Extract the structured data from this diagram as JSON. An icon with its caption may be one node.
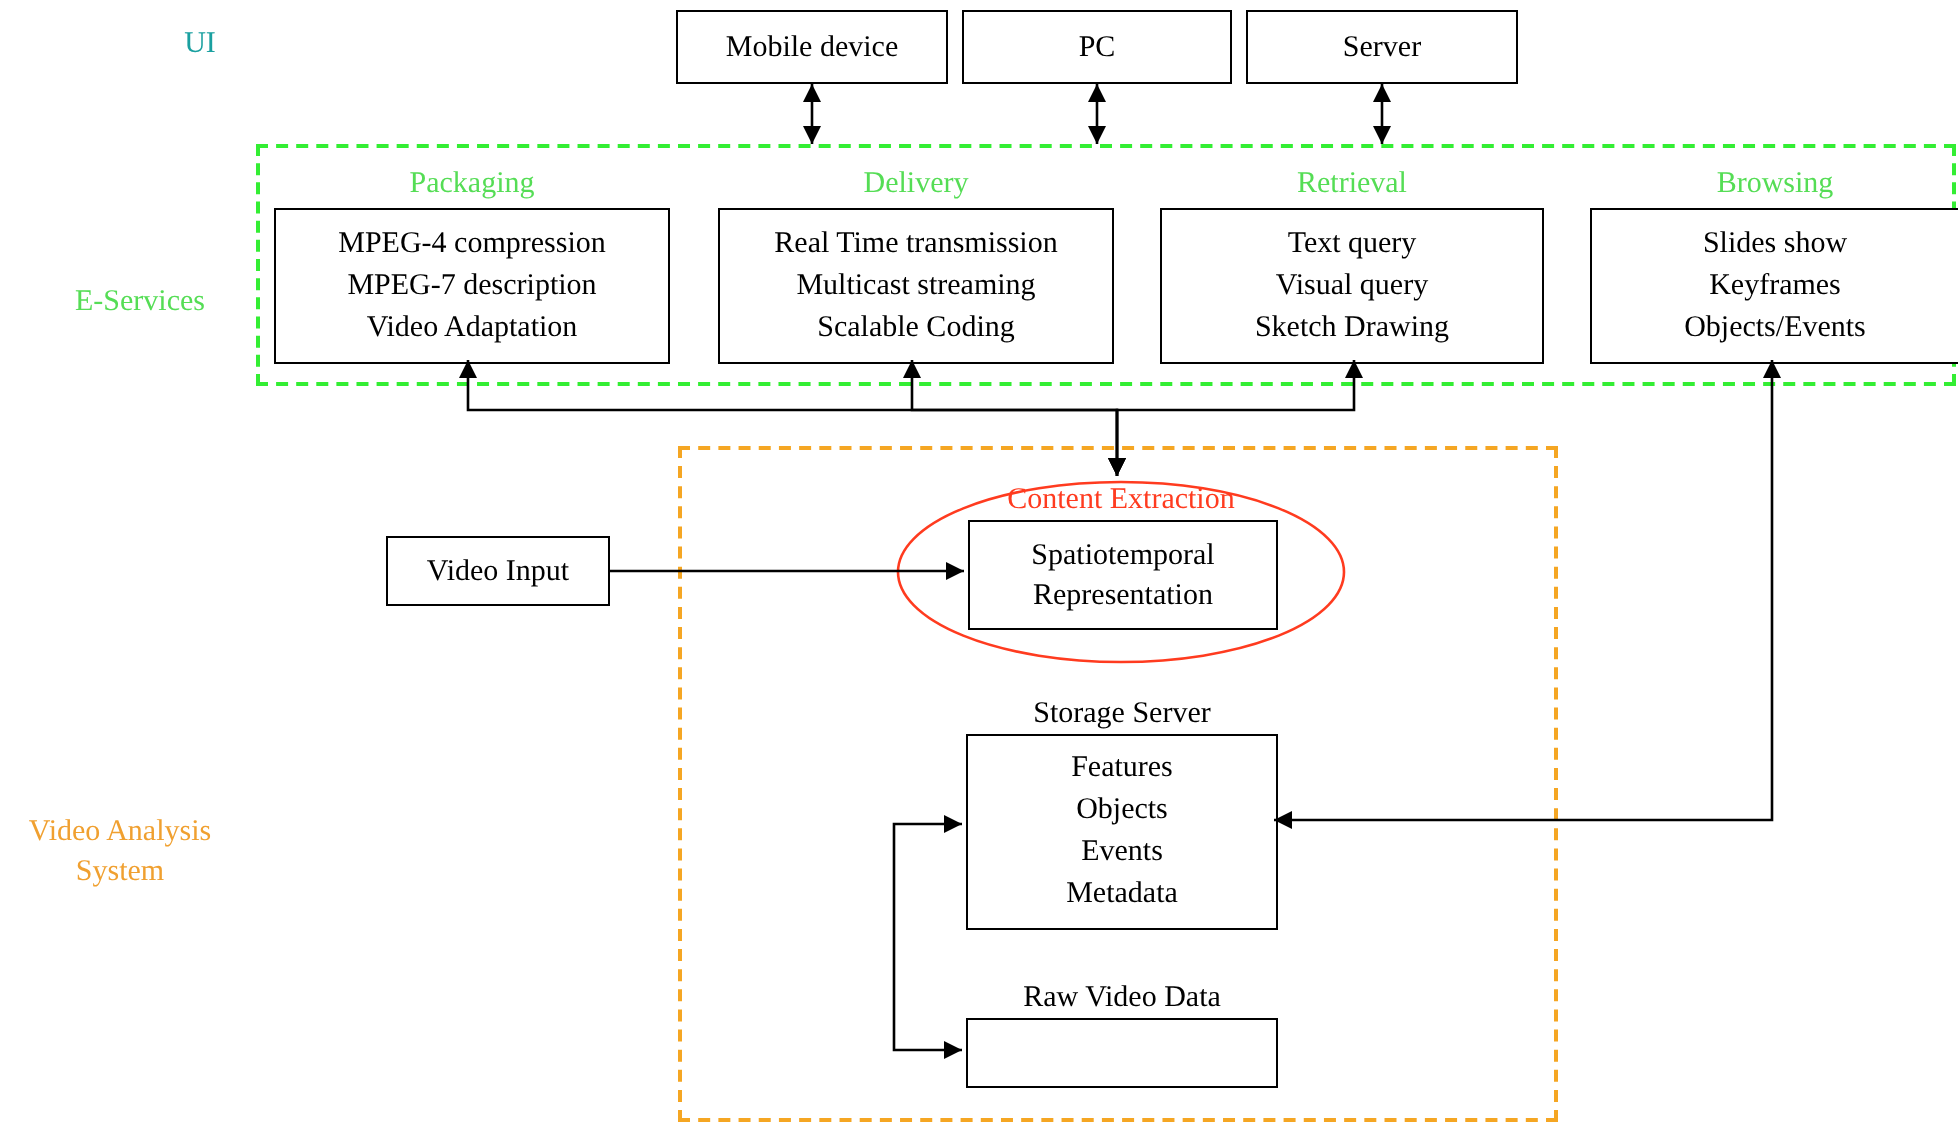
{
  "diagram": {
    "nodes": [
      {
        "text": [
          "Mobile device"
        ]
      },
      {
        "text": [
          "PC"
        ]
      },
      {
        "text": [
          "Server"
        ]
      },
      {
        "text": [],
        "shape": "box"
      },
      {
        "text": [
          "Packaging",
          "MPEG-4 compression",
          "MPEG-7 description",
          "Video Adaptation"
        ],
        "in": 3
      },
      {
        "text": [
          "Delivery",
          "Real Time transmission",
          "Multicast streaming",
          "Scalable Coding"
        ],
        "in": 3
      },
      {
        "text": [
          "Retrieval",
          "Text query",
          "Visual query",
          "Sketch Drawing"
        ],
        "in": 3
      },
      {
        "text": [
          "Browsing",
          "Slides show",
          "Keyframes",
          "Objects/Events"
        ],
        "in": 3
      },
      {
        "text": [],
        "shape": "box"
      },
      {
        "text": [
          "Video Input"
        ]
      },
      {
        "text": [
          "Content Extraction"
        ],
        "in": 8
      },
      {
        "text": [
          "Spatiotemporal Representation"
        ],
        "in": 10
      },
      {
        "text": [
          "Storage Server",
          "Features",
          "Objects",
          "Events",
          "Metadata"
        ],
        "in": 8
      },
      {
        "text": [
          "Raw Video Data"
        ],
        "in": 8
      }
    ],
    "edges": [
      {
        "from": 0,
        "to": 3,
        "arrow": "both"
      },
      {
        "from": 1,
        "to": 3,
        "arrow": "both"
      },
      {
        "from": 2,
        "to": 3,
        "arrow": "both"
      },
      {
        "from": 10,
        "to": 4,
        "arrow": "both"
      },
      {
        "from": 10,
        "to": 5,
        "arrow": "both"
      },
      {
        "from": 10,
        "to": 6,
        "arrow": "both"
      },
      {
        "from": 9,
        "to": 11,
        "arrow": "to"
      },
      {
        "from": 7,
        "to": 12,
        "arrow": "both"
      },
      {
        "from": 12,
        "to": 13,
        "arrow": "both"
      }
    ],
    "labels": [
      "UI",
      "E-Services",
      "Video Analysis System"
    ]
  }
}
